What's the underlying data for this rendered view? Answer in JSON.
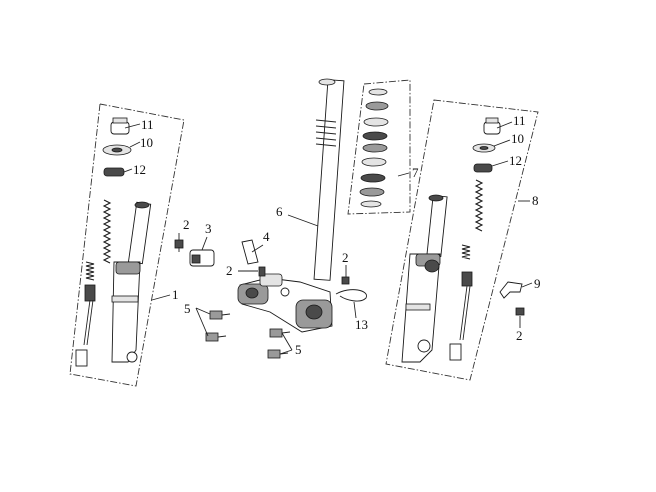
{
  "callouts": {
    "c1": "1",
    "c2a": "2",
    "c2b": "2",
    "c2c": "2",
    "c2d": "2",
    "c3": "3",
    "c4": "4",
    "c5a": "5",
    "c5b": "5",
    "c6": "6",
    "c7": "7",
    "c8": "8",
    "c9": "9",
    "c10a": "10",
    "c10b": "10",
    "c11a": "11",
    "c11b": "11",
    "c12a": "12",
    "c12b": "12",
    "c13": "13"
  },
  "colors": {
    "line": "#222222",
    "dark_part": "#4a4a4a",
    "mid_part": "#9a9a9a",
    "light_part": "#e4e4e4"
  }
}
